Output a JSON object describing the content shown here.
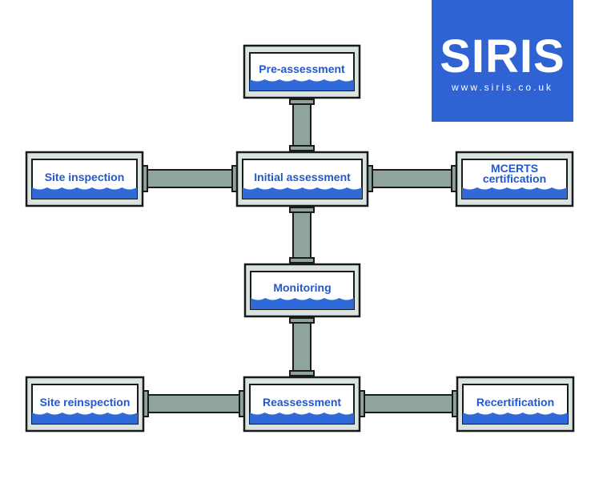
{
  "logo": {
    "wordmark": "SIRIS",
    "url": "www.siris.co.uk"
  },
  "colors": {
    "logo_bg": "#2f63d4",
    "label_text": "#2458c8",
    "water": "#2f6ad8",
    "tank_fill": "#ffffff",
    "frame": "#d9e3df",
    "pipe": "#8fa39f",
    "outline": "#1a1a1a"
  },
  "nodes": {
    "pre_assessment": {
      "lines": [
        "Pre-assessment"
      ]
    },
    "site_inspection": {
      "lines": [
        "Site inspection"
      ]
    },
    "initial_assessment": {
      "lines": [
        "Initial assessment"
      ]
    },
    "mcerts_certification": {
      "lines": [
        "MCERTS",
        "certification"
      ]
    },
    "monitoring": {
      "lines": [
        "Monitoring"
      ]
    },
    "site_reinspection": {
      "lines": [
        "Site reinspection"
      ]
    },
    "reassessment": {
      "lines": [
        "Reassessment"
      ]
    },
    "recertification": {
      "lines": [
        "Recertification"
      ]
    }
  }
}
